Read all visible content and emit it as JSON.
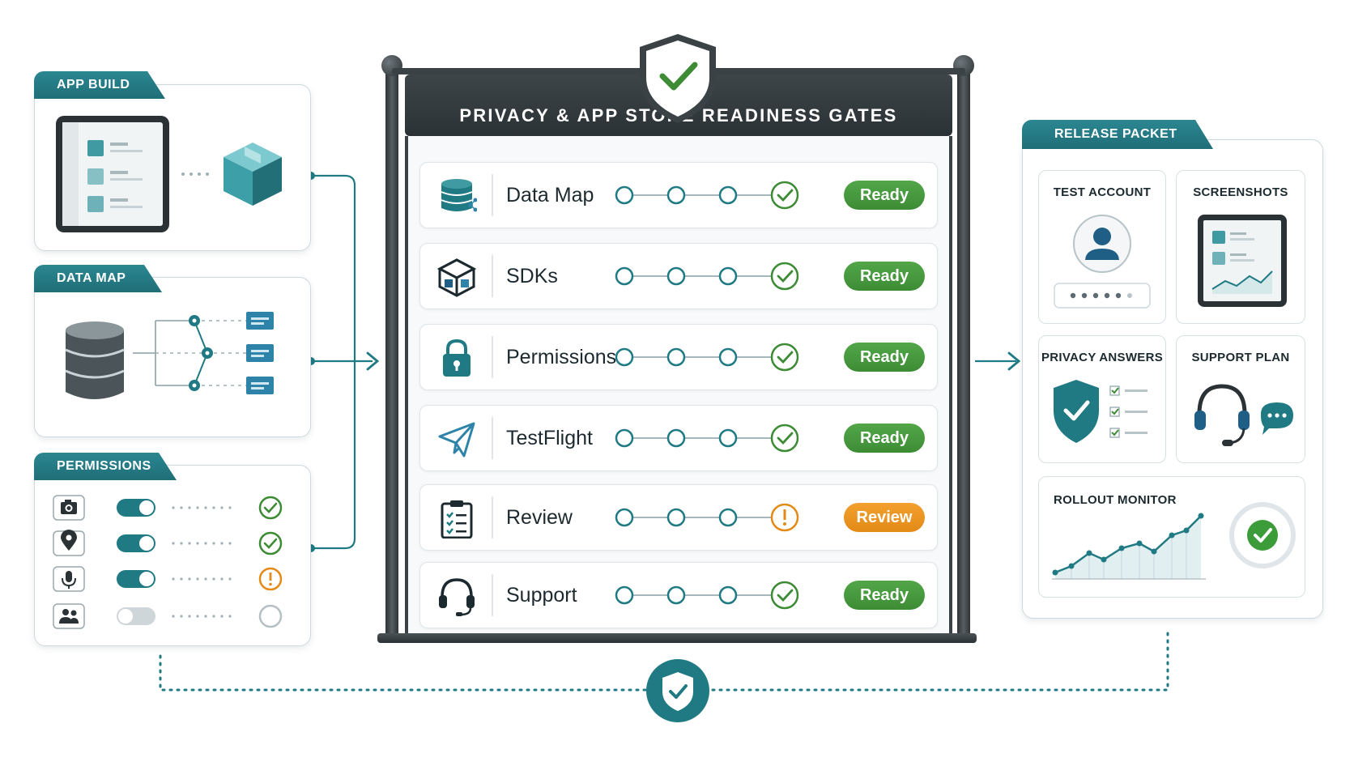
{
  "sign": {
    "title": "PRIVACY & APP STORE READINESS GATES"
  },
  "left": {
    "app_build": {
      "tab": "APP BUILD"
    },
    "data_map": {
      "tab": "DATA MAP"
    },
    "permissions": {
      "tab": "PERMISSIONS",
      "rows": [
        {
          "icon": "camera-icon",
          "on": true,
          "status": "ok"
        },
        {
          "icon": "location-icon",
          "on": true,
          "status": "ok"
        },
        {
          "icon": "microphone-icon",
          "on": true,
          "status": "warn"
        },
        {
          "icon": "contacts-icon",
          "on": false,
          "status": "empty"
        }
      ]
    }
  },
  "gates": [
    {
      "label": "Data Map",
      "icon": "database-icon",
      "status": "Ready",
      "kind": "ready"
    },
    {
      "label": "SDKs",
      "icon": "cube-icon",
      "status": "Ready",
      "kind": "ready"
    },
    {
      "label": "Permissions",
      "icon": "lock-icon",
      "status": "Ready",
      "kind": "ready"
    },
    {
      "label": "TestFlight",
      "icon": "paper-plane-icon",
      "status": "Ready",
      "kind": "ready"
    },
    {
      "label": "Review",
      "icon": "clipboard-icon",
      "status": "Review",
      "kind": "review"
    },
    {
      "label": "Support",
      "icon": "headset-icon",
      "status": "Ready",
      "kind": "ready"
    }
  ],
  "packet": {
    "tab": "RELEASE PACKET",
    "test_account": "TEST ACCOUNT",
    "screenshots": "SCREENSHOTS",
    "privacy_answers": "PRIVACY ANSWERS",
    "support_plan": "SUPPORT PLAN",
    "rollout_monitor": "ROLLOUT MONITOR"
  },
  "colors": {
    "teal": "#1f7a83",
    "green": "#3d8c35",
    "orange": "#e38a17",
    "dark": "#2b3236"
  }
}
